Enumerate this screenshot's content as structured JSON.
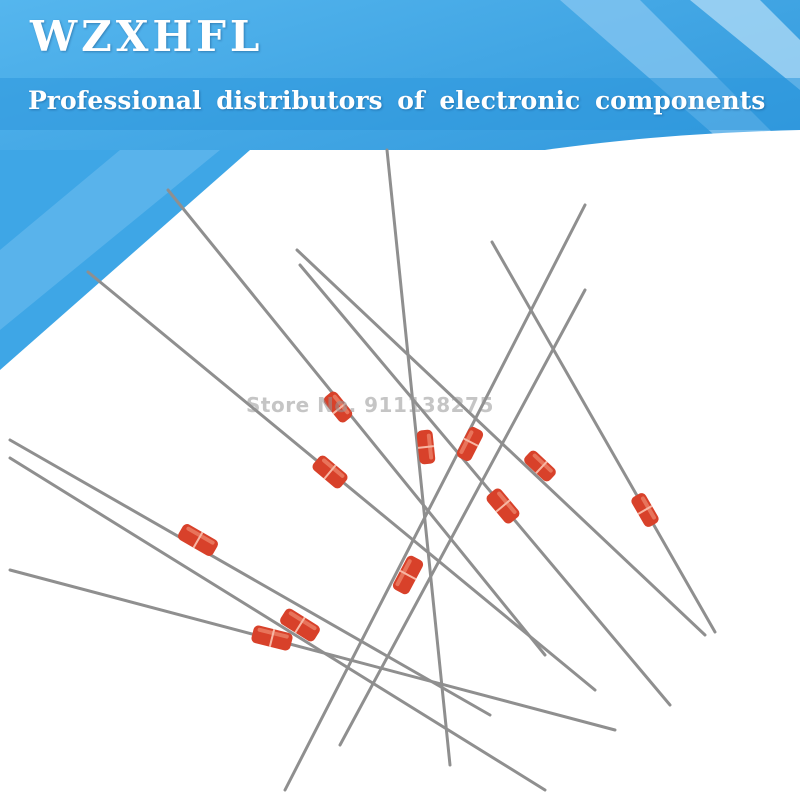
{
  "banner": {
    "brand": "WZXHFL",
    "tagline": "Professional distributors of electronic components",
    "colors": {
      "primary": "#3ea6e6",
      "light": "#9fd3f5",
      "dark": "#1f86cf"
    }
  },
  "product_photo": {
    "subject": "glass-encapsulated axial components with red glass bodies and metal leads",
    "body_color": "#d8412a",
    "lead_color": "#8f8f8f"
  },
  "watermark": {
    "text": "Store No. 911138275"
  }
}
